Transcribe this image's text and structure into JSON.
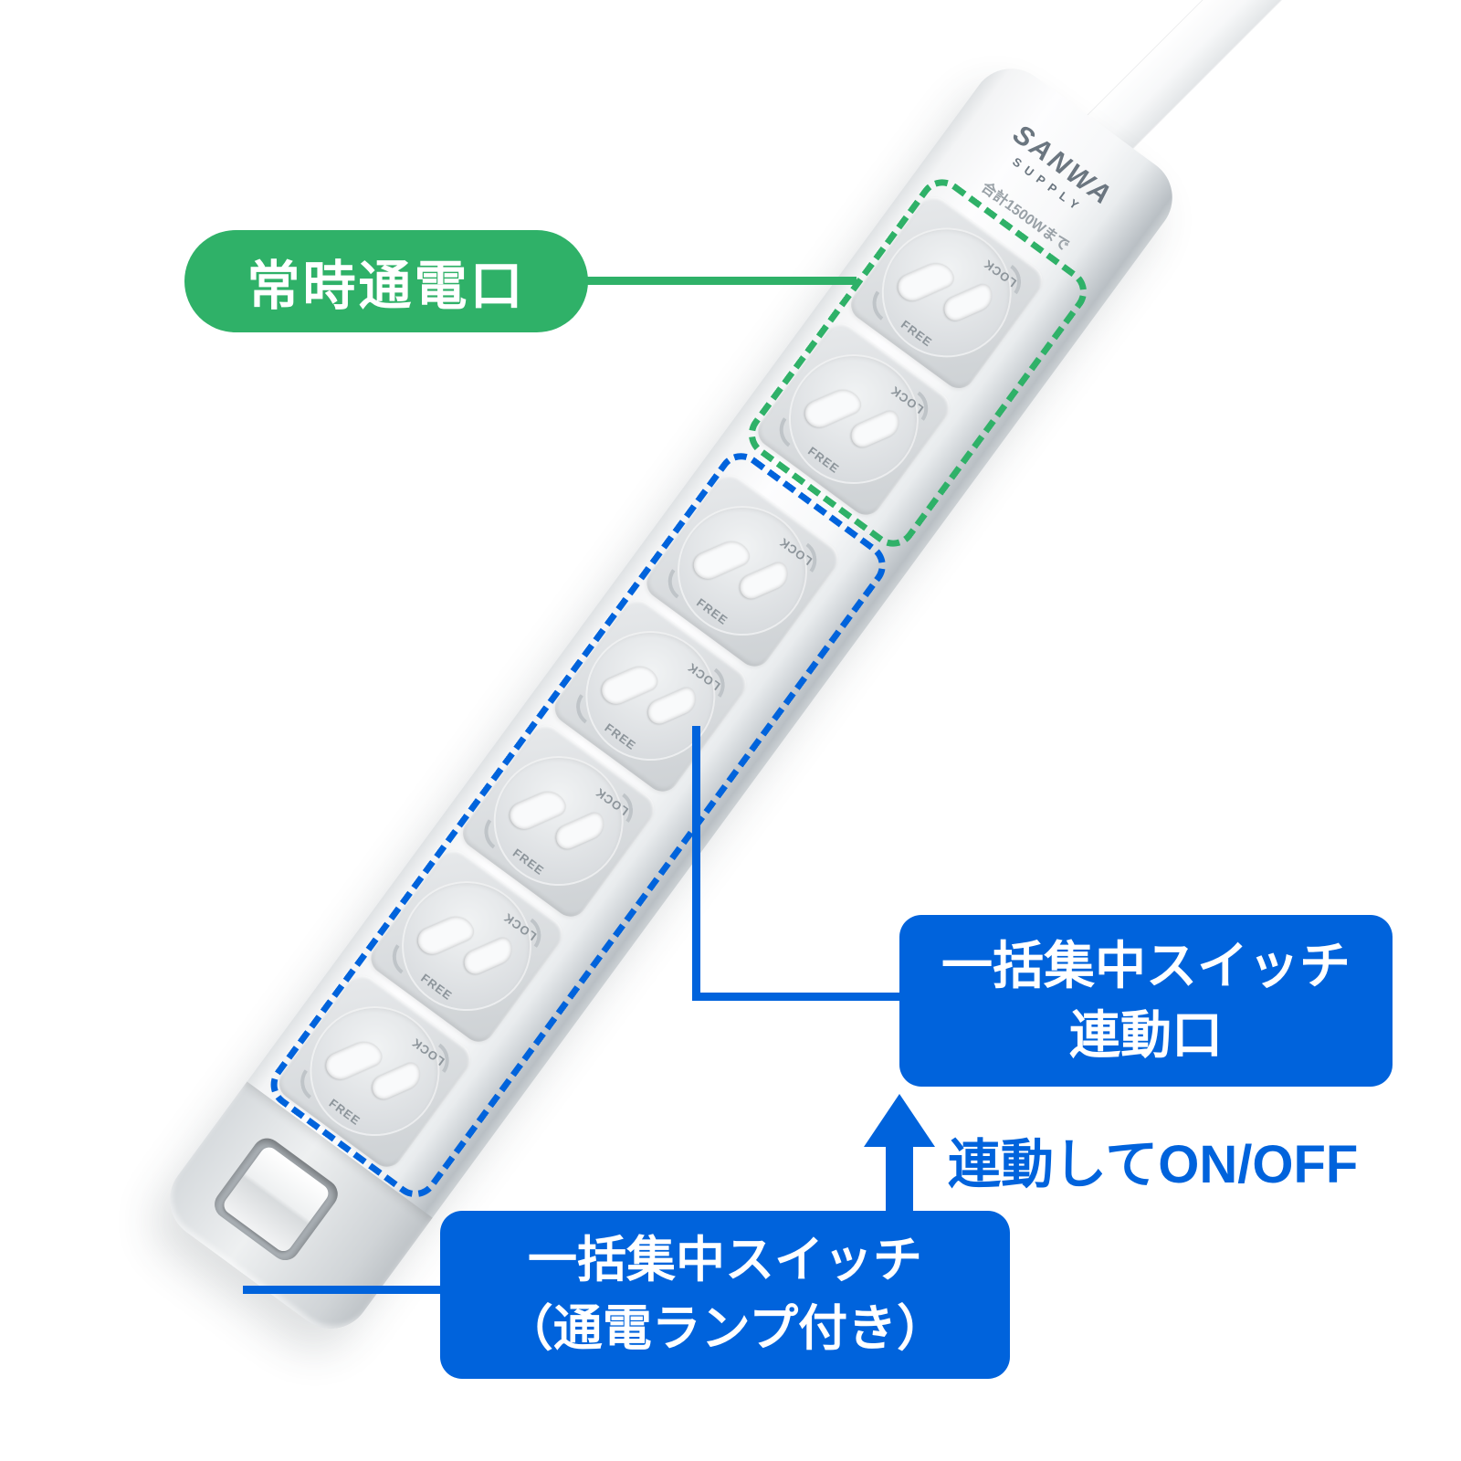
{
  "colors": {
    "green": "#2fb168",
    "blue": "#0063dc"
  },
  "strip": {
    "brand_top": "SANWA",
    "brand_bottom": "SUPPLY",
    "capacity_note": "合計1500Wまで",
    "outlet": {
      "lock": "LOCK",
      "free": "FREE"
    }
  },
  "callouts": {
    "always_on": "常時通電口",
    "linked_line1": "一括集中スイッチ",
    "linked_line2": "連動口",
    "linked_note": "連動してON/OFF",
    "switch_line1": "一括集中スイッチ",
    "switch_line2": "（通電ランプ付き）"
  }
}
